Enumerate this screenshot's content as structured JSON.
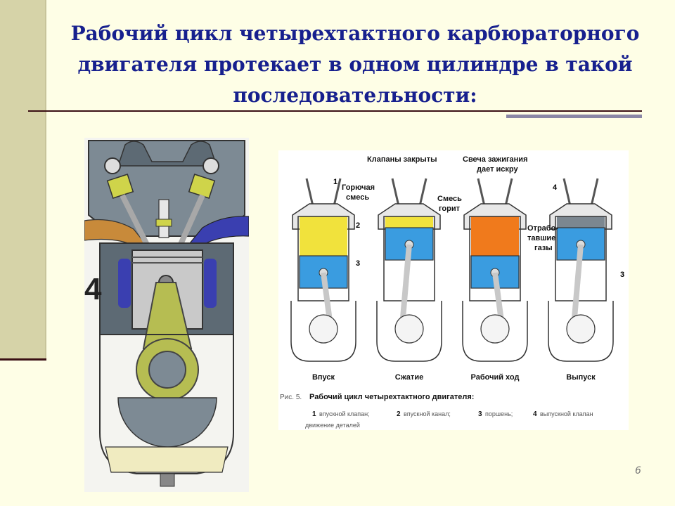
{
  "slide": {
    "title": "Рабочий цикл четырехтактного карбюраторного двигателя протекает в одном цилиндре в такой последовательности:",
    "number": "6"
  },
  "left_figure": {
    "label": "4",
    "colors": {
      "intake": "#c88a3a",
      "exhaust": "#3a3fb0",
      "casing": "#7d8a94",
      "rod": "#b6bd52",
      "piston": "#c9c9c9"
    }
  },
  "right_figure": {
    "callouts": {
      "valves_closed": "Клапаны закрыты",
      "spark_line1": "Свеча зажигания",
      "spark_line2": "дает искру",
      "fuel_line1": "Горючая",
      "fuel_line2": "смесь",
      "burning_line1": "Смесь",
      "burning_line2": "горит",
      "exhaust_line1": "Отрабо-",
      "exhaust_line2": "тавшие",
      "exhaust_line3": "газы",
      "n1": "1",
      "n2": "2",
      "n3a": "3",
      "n3b": "3",
      "n4": "4"
    },
    "strokes": [
      {
        "label": "Впуск",
        "chamber_color": "#f1e23c"
      },
      {
        "label": "Сжатие",
        "chamber_color": "#f1e23c"
      },
      {
        "label": "Рабочий ход",
        "chamber_color": "#f07a1c"
      },
      {
        "label": "Выпуск",
        "chamber_color": "#7c8790"
      }
    ],
    "piston_color": "#3a9ce0",
    "caption": {
      "prefix": "Рис. 5.",
      "title": "Рабочий цикл четырехтактного двигателя:",
      "legend": [
        {
          "num": "1",
          "text": "впускной клапан;"
        },
        {
          "num": "2",
          "text": "впускной канал;"
        },
        {
          "num": "3",
          "text": "поршень;"
        },
        {
          "num": "4",
          "text": "выпускной клапан"
        }
      ],
      "tail": "движение деталей"
    }
  }
}
